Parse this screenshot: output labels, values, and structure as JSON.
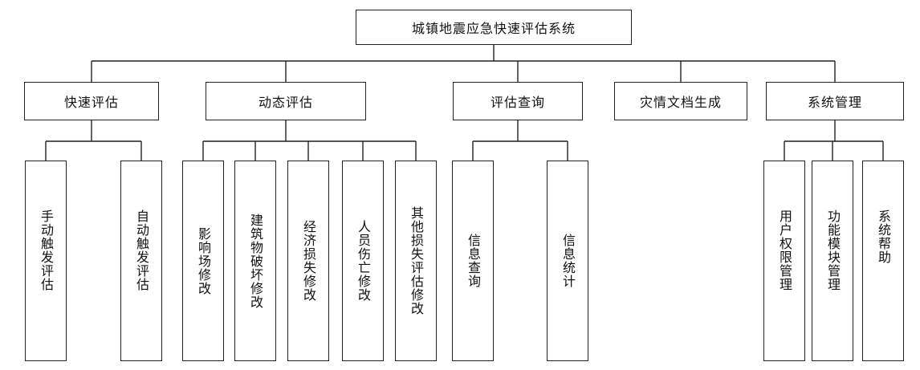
{
  "root": {
    "label": "城镇地震应急快速评估系统"
  },
  "modules": [
    {
      "label": "快速评估",
      "children": [
        "手动触发评估",
        "自动触发评估"
      ]
    },
    {
      "label": "动态评估",
      "children": [
        "影响场修改",
        "建筑物破坏修改",
        "经济损失修改",
        "人员伤亡修改",
        "其他损失评估修改"
      ]
    },
    {
      "label": "评估查询",
      "children": [
        "信息查询",
        "信息统计"
      ]
    },
    {
      "label": "灾情文档生成",
      "children": []
    },
    {
      "label": "系统管理",
      "children": [
        "用户权限管理",
        "功能模块管理",
        "系统帮助"
      ]
    }
  ],
  "colors": {
    "line": "#222222",
    "box_fill": "#ffffff",
    "text": "#111111"
  }
}
